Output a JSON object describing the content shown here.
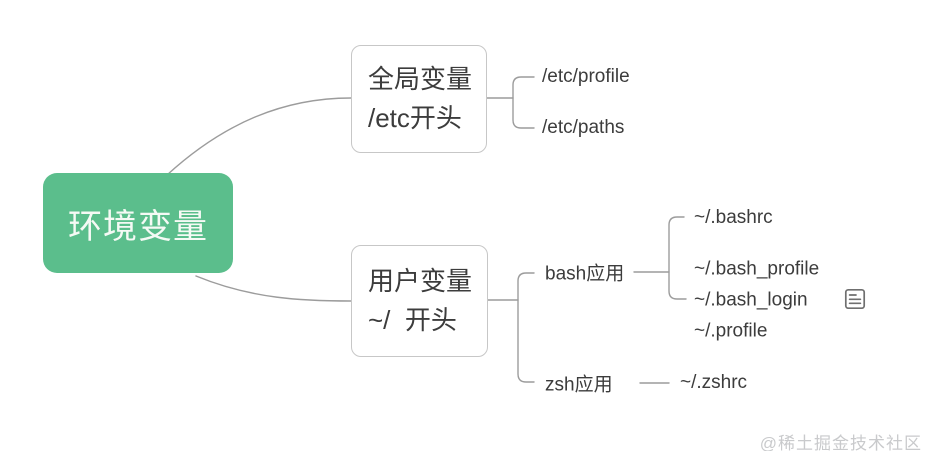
{
  "root": {
    "label": "环境变量"
  },
  "global": {
    "line1": "全局变量",
    "line2": "/etc开头",
    "children": {
      "profile": "/etc/profile",
      "paths": "/etc/paths"
    }
  },
  "user": {
    "line1": "用户变量",
    "line2": "~/  开头",
    "bash": {
      "label": "bash应用",
      "children": {
        "bashrc": "~/.bashrc",
        "multi_line1": "~/.bash_profile",
        "multi_line2": "~/.bash_login",
        "multi_line3": "~/.profile"
      }
    },
    "zsh": {
      "label": "zsh应用",
      "child": "~/.zshrc"
    }
  },
  "icons": {
    "note": "note-icon"
  },
  "watermark": "@稀土掘金技术社区",
  "colors": {
    "rootBg": "#5BBE8C",
    "rootText": "#F5FAF5",
    "border": "#C7C7C7",
    "line": "#9C9C9C",
    "text": "#3C3C3C",
    "watermark": "#C9CACC"
  }
}
